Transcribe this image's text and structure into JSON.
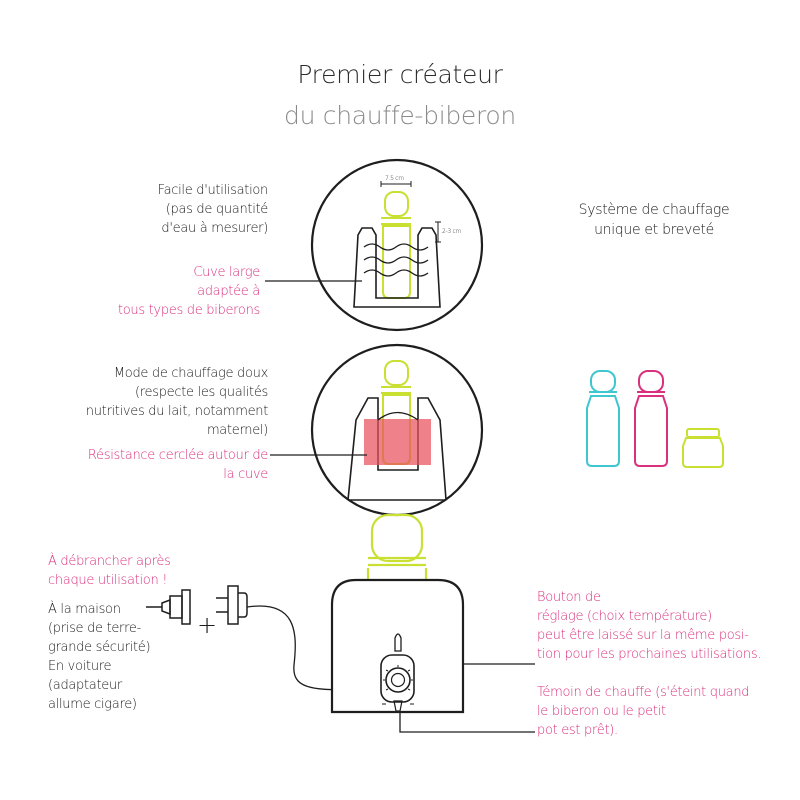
{
  "title": {
    "line1": "Premier créateur",
    "line2": "du chauffe-biberon"
  },
  "annotations": {
    "facile": [
      "Facile d'utilisation",
      "(pas de quantité",
      "d'eau à mesurer)"
    ],
    "cuve": [
      "Cuve large",
      "adaptée à",
      "tous types de biberons"
    ],
    "mode": [
      "Mode de chauffage doux",
      "(respecte les qualités",
      "nutritives du lait, notamment",
      "maternel)"
    ],
    "resistance": [
      "Résistance cerclée autour de",
      "la cuve"
    ],
    "debrancher": [
      "À débrancher après",
      "chaque utilisation !"
    ],
    "maison": [
      "À la maison",
      "(prise de terre-",
      "grande sécurité)",
      "En voiture",
      "(adaptateur",
      "allume cigare)"
    ],
    "systeme": [
      "Système de chauffage",
      "unique et breveté"
    ],
    "bouton": [
      "Bouton de",
      "réglage (choix température)",
      "peut être laissé sur la même posi-",
      "tion pour les prochaines utilisations."
    ],
    "temoin": [
      "Témoin de chauffe (s'éteint quand",
      "le biberon ou le petit",
      "pot est prêt)."
    ]
  },
  "dimensions": {
    "width": "7.5 cm",
    "gap": "2-3 cm"
  },
  "plus_sign": "+",
  "colors": {
    "lime": "#c9e033",
    "pink": "#d9317e",
    "cyan": "#3fc6cf",
    "red_fill": "#e8505b",
    "ink": "#1e1e1e"
  }
}
